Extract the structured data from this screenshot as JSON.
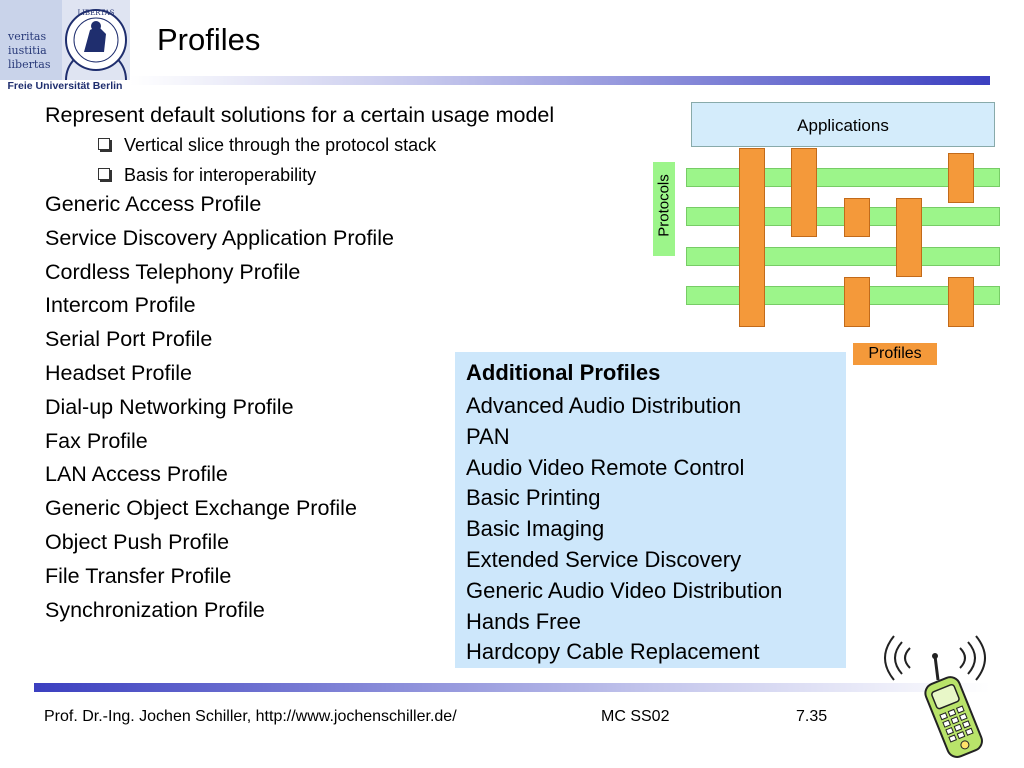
{
  "logo": {
    "line1": "veritas",
    "line2": "iustitia",
    "line3": "libertas",
    "seal_text": "LIBERTAS",
    "institution": "Freie Universität Berlin"
  },
  "slide": {
    "title": "Profiles"
  },
  "main": {
    "lead": "Represent default solutions for a certain usage model",
    "sub_items": [
      "Vertical slice through the protocol stack",
      "Basis for interoperability"
    ],
    "profiles": [
      "Generic Access Profile",
      "Service Discovery Application Profile",
      "Cordless Telephony Profile",
      "Intercom Profile",
      "Serial Port Profile",
      "Headset Profile",
      "Dial-up Networking Profile",
      "Fax Profile",
      "LAN Access Profile",
      "Generic Object Exchange Profile",
      "Object Push Profile",
      "File Transfer Profile",
      "Synchronization Profile"
    ]
  },
  "additional": {
    "heading": "Additional Profiles",
    "items": [
      "Advanced Audio Distribution",
      "PAN",
      "Audio Video Remote Control",
      "Basic Printing",
      "Basic Imaging",
      "Extended Service Discovery",
      "Generic Audio Video Distribution",
      "Hands Free",
      "Hardcopy Cable Replacement"
    ]
  },
  "diagram": {
    "applications_label": "Applications",
    "protocols_label": "Protocols",
    "profiles_label": "Profiles",
    "colors": {
      "applications": "#d4ecfb",
      "protocols": "#9cf58a",
      "profiles": "#f4993a"
    }
  },
  "footer": {
    "author": "Prof. Dr.-Ing. Jochen Schiller, http://www.jochenschiller.de/",
    "course": "MC SS02",
    "page": "7.35"
  },
  "decoration": {
    "phone_icon": "mobile-phone-icon",
    "seal_icon": "university-seal-icon"
  }
}
